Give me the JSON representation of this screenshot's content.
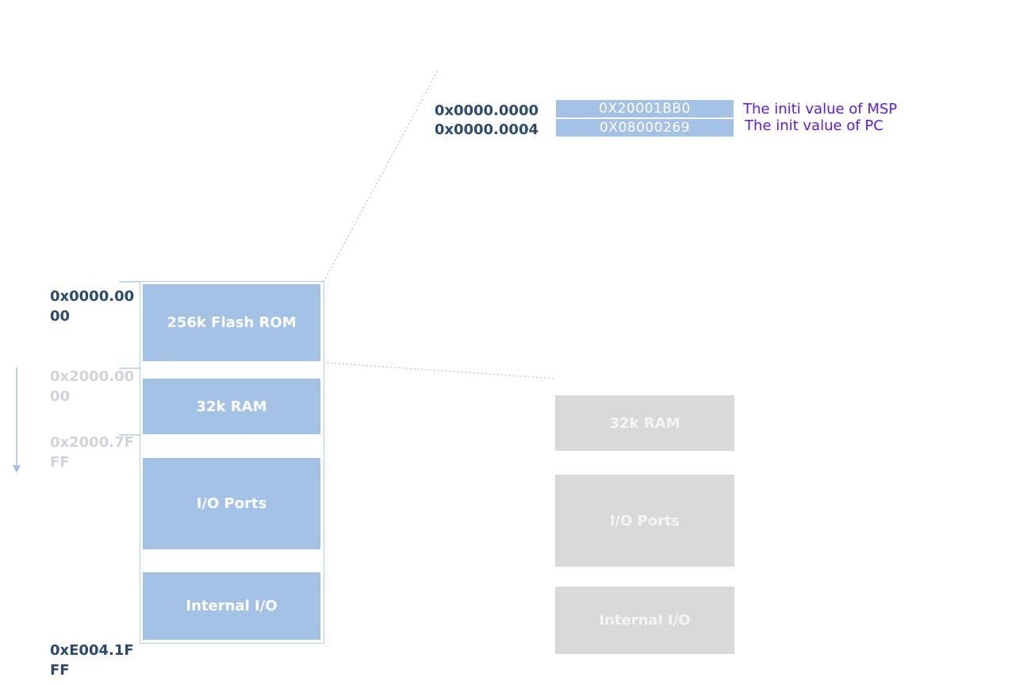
{
  "memory_map": {
    "addresses": {
      "flash_start": "0x0000.00\n00",
      "ram_start": "0x2000.00\n00",
      "ram_end": "0x2000.7F\nFF",
      "io_end": "0xE004.1F\nFF"
    },
    "blocks": {
      "flash": "256k Flash ROM",
      "ram": "32k RAM",
      "io_ports": "I/O Ports",
      "internal_io": "Internal I/O"
    }
  },
  "zoom_view": {
    "rows": [
      {
        "address": "0x0000.0000",
        "value": "0X20001BB0",
        "note": "The initi value of MSP"
      },
      {
        "address": "0x0000.0004",
        "value": "0X08000269",
        "note": "The init value of PC"
      }
    ],
    "faded_blocks": {
      "ram": "32k RAM",
      "io_ports": "I/O Ports",
      "internal_io": "Internal I/O"
    }
  },
  "colors": {
    "block_blue": "#a4c2e6",
    "block_grey": "#d9d9d9",
    "address_text": "#2c4a6b",
    "note_text": "#5a1bdc"
  }
}
